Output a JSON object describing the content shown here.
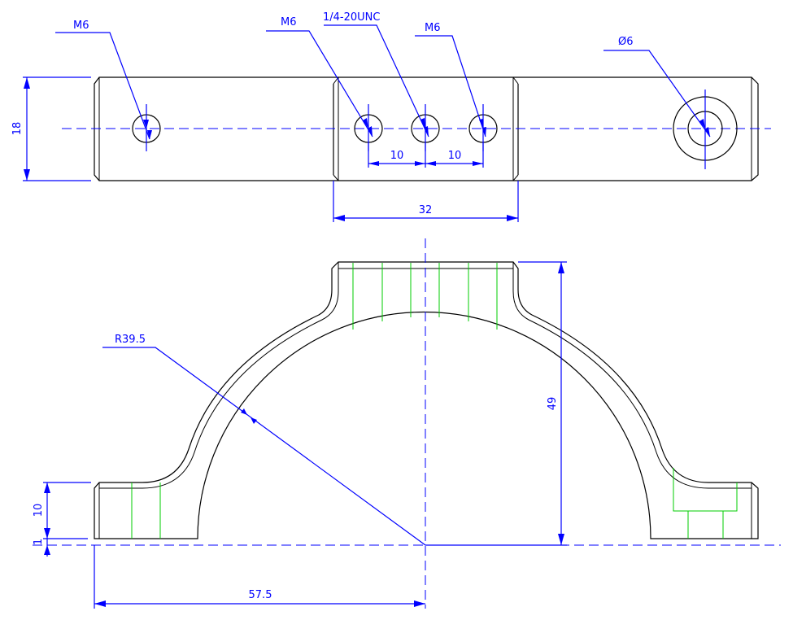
{
  "colors": {
    "dimension": "#0000ff",
    "outline": "#000000",
    "hidden_thread": "#00cc00",
    "background": "#ffffff"
  },
  "top_view": {
    "callouts": {
      "left_hole": "M6",
      "mid_left_hole": "M6",
      "center_hole": "1/4-20UNC",
      "mid_right_hole": "M6",
      "right_hole": "Ø6"
    },
    "dimensions": {
      "height": "18",
      "spacing_left": "10",
      "spacing_right": "10",
      "block_width": "32"
    }
  },
  "front_view": {
    "dimensions": {
      "radius": "R39.5",
      "height": "49",
      "foot_height": "10",
      "offset": "1",
      "half_length": "57.5"
    }
  }
}
